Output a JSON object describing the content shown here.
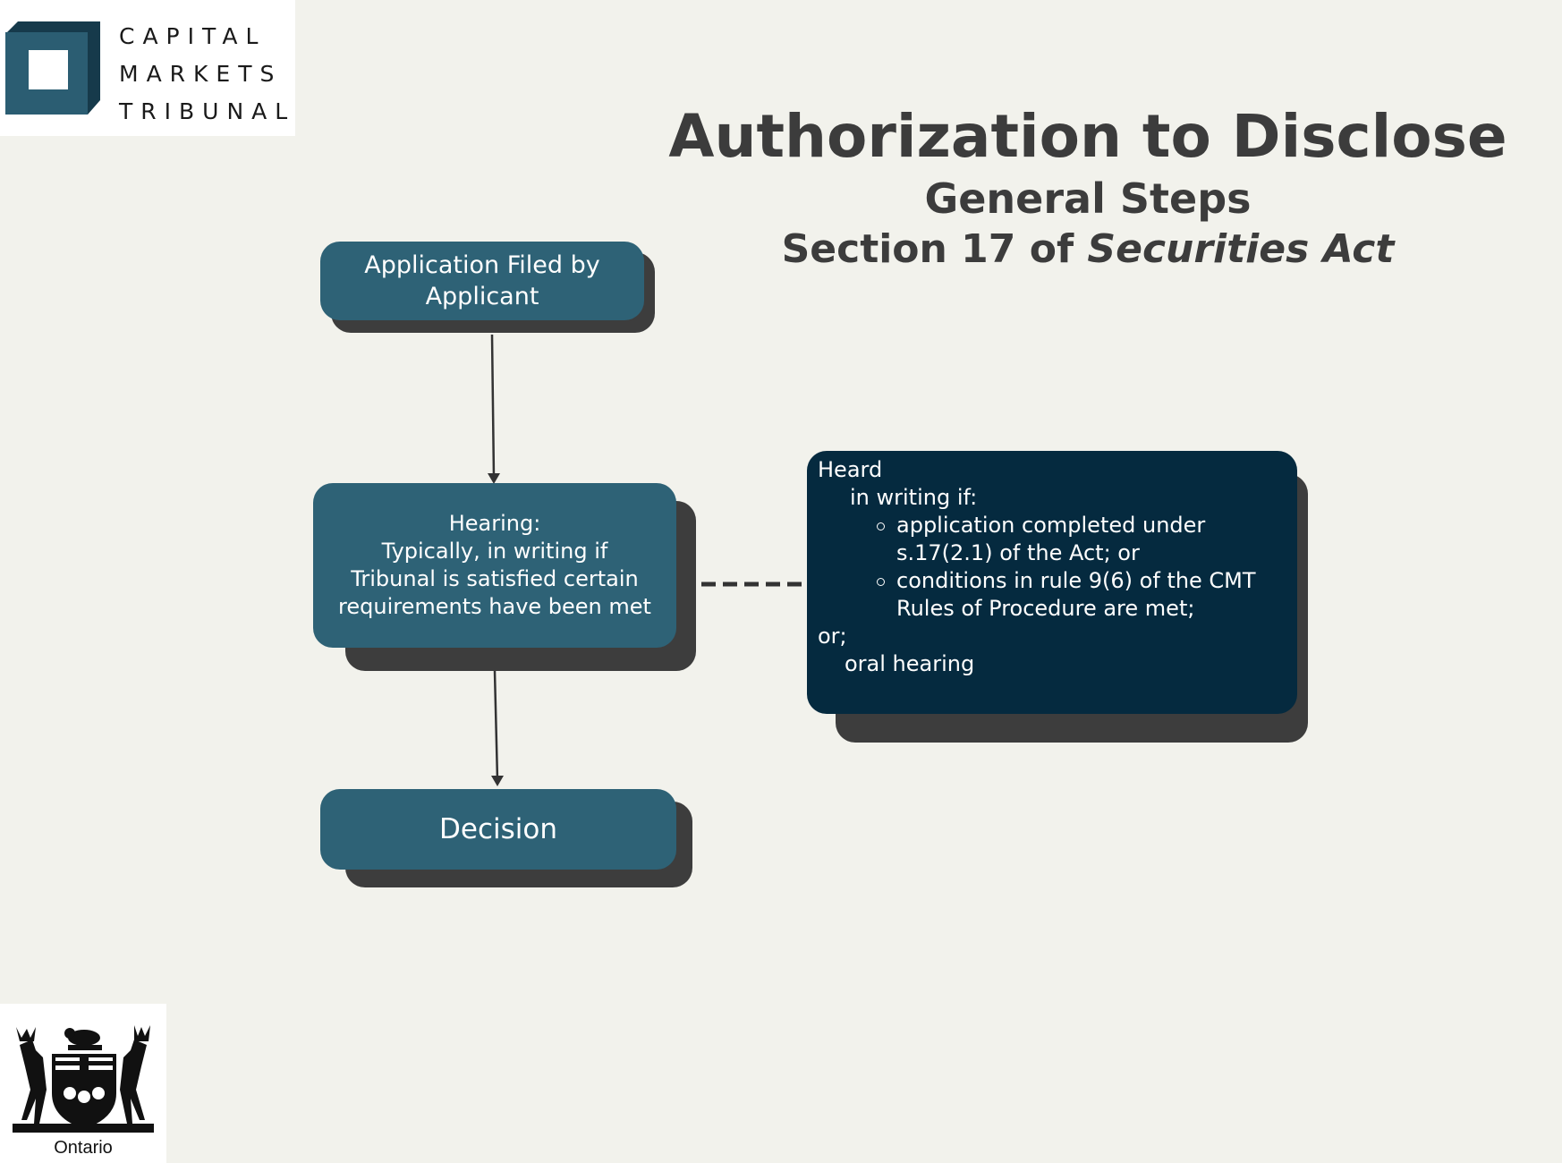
{
  "logo": {
    "lines": [
      "CAPITAL",
      "MARKETS",
      "TRIBUNAL"
    ],
    "colors": {
      "mark_primary": "#2b5d72",
      "mark_dark": "#163a4b"
    }
  },
  "title": {
    "main": "Authorization to Disclose",
    "sub": "General Steps",
    "section_prefix": "Section 17 of ",
    "section_italic": "Securities Act"
  },
  "flow": {
    "step1": "Application Filed by\nApplicant",
    "step2": "Hearing:\nTypically, in writing if\nTribunal is satisfied certain\nrequirements have been met",
    "step3": "Decision"
  },
  "detail": {
    "heard": "Heard",
    "in_writing": "in writing if:",
    "bullets": [
      "application completed under\ns.17(2.1) of the Act; or",
      "conditions in rule 9(6) of the CMT\nRules of Procedure are met;"
    ],
    "or": "or;",
    "oral": "oral hearing"
  },
  "footer_logo": {
    "label": "Ontario",
    "icon": "ontario-coat-of-arms-icon"
  },
  "colors": {
    "background": "#f2f2ec",
    "step_box": "#2e6276",
    "detail_box": "#052a3f",
    "shadow": "#3d3d3d",
    "title_text": "#3c3c3c"
  }
}
